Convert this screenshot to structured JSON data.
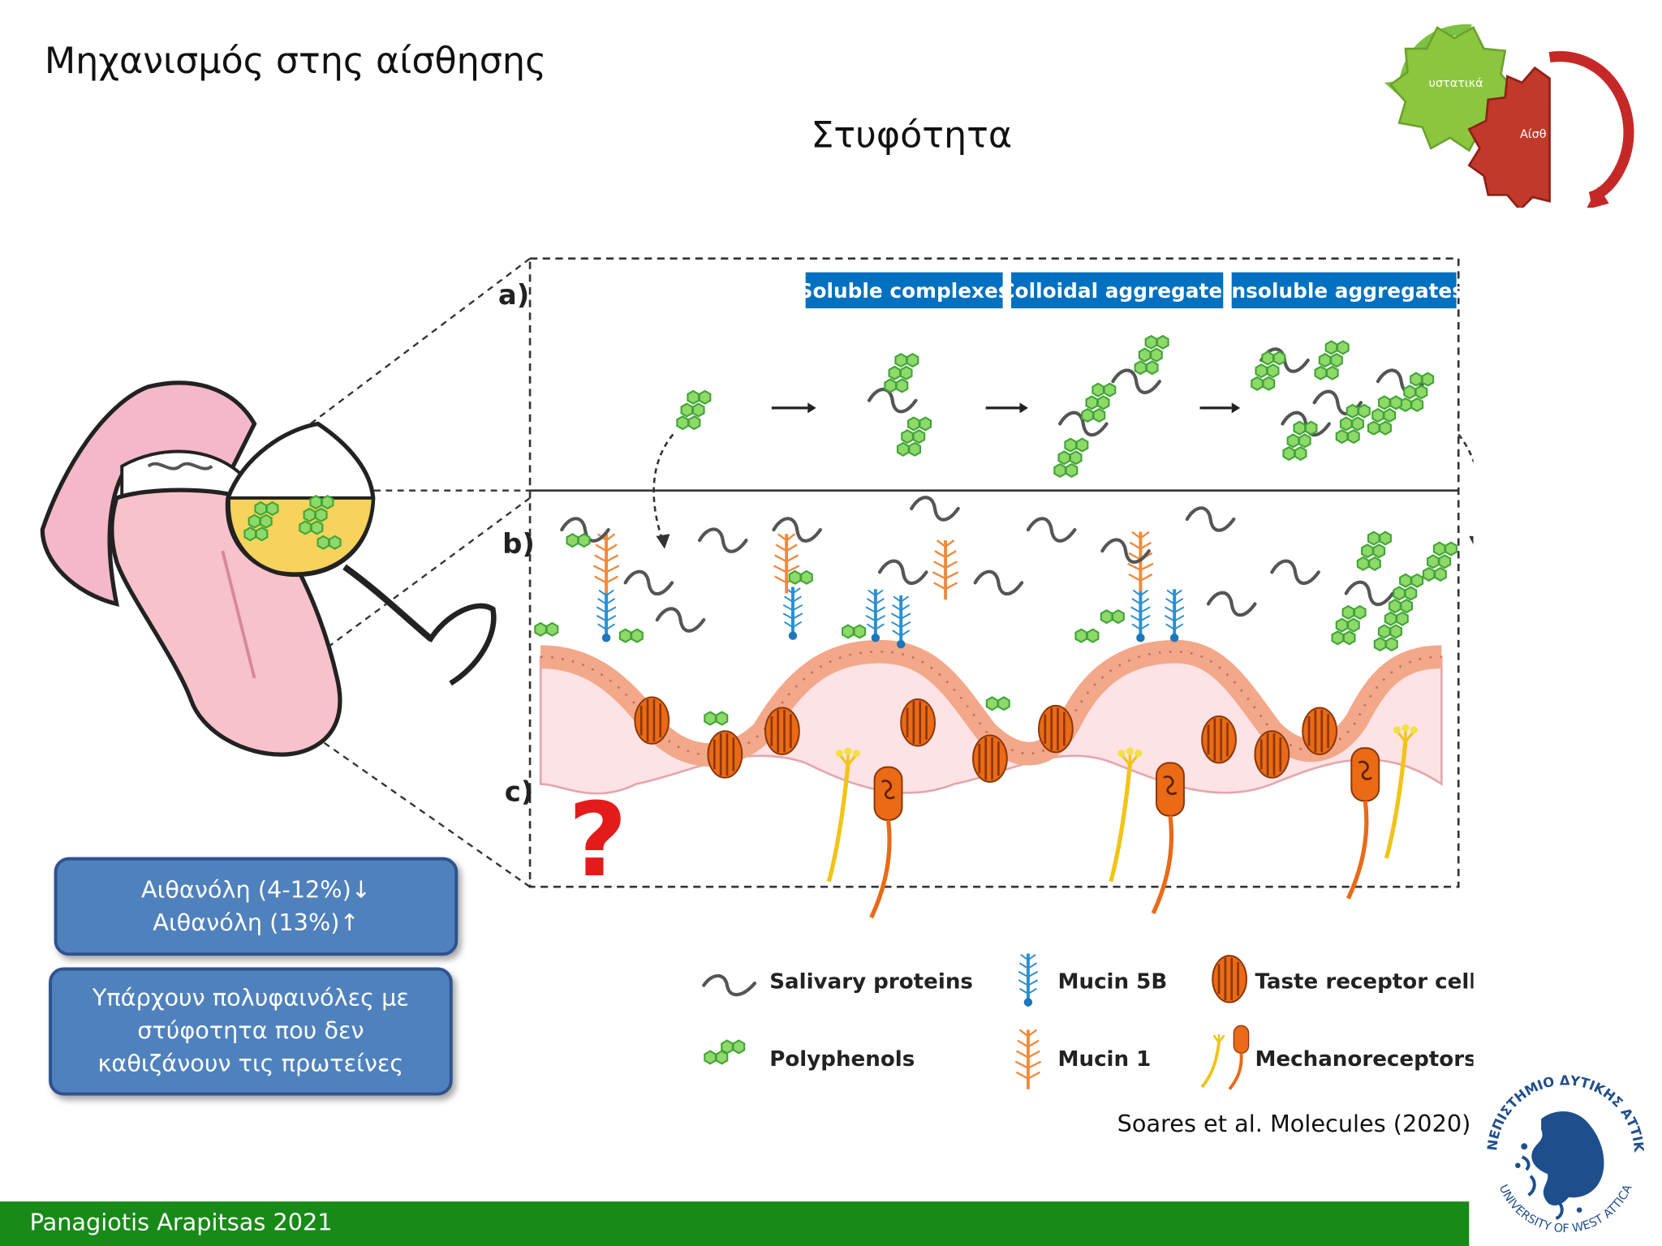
{
  "slide": {
    "title": "Μηχανισμός στης αίσθησης",
    "heading": "Στυφότητα",
    "footer": "Panagiotis Arapitsas 2021",
    "citation": "Soares et al. Molecules (2020)"
  },
  "info_boxes": {
    "ethanol_line1": "Αιθανόλη (4-12%)↓",
    "ethanol_line2": "Αιθανόλη (13%)↑",
    "polyphenols_note": "Υπάρχουν πολυφαινόλες με στύφοτητα που δεν καθιζάνουν τις πρωτείνες"
  },
  "cycle_graphic": {
    "green_gear_label": "υστατικά",
    "red_gear_label": "Αίσθ"
  },
  "figure": {
    "panel_labels": {
      "a": "a)",
      "b": "b)",
      "c": "c)"
    },
    "stages": [
      "Soluble complexes",
      "Colloidal aggregates",
      "Insoluble aggregates"
    ],
    "legend": {
      "salivary_proteins": "Salivary proteins",
      "polyphenols": "Polyphenols",
      "mucin_5b": "Mucin 5B",
      "mucin_1": "Mucin 1",
      "taste_receptor_cells": "Taste receptor cells",
      "mechanoreceptors": "Mechanoreceptors"
    },
    "question_mark": "?"
  },
  "logo": {
    "text_top": "ΠΑΝΕΠΙΣΤΗΜΙΟ ΔΥΤΙΚΗΣ ΑΤΤΙΚΗΣ",
    "text_bottom": "UNIVERSITY OF WEST ATTICA"
  },
  "colors": {
    "footer_green": "#188a18",
    "box_blue": "#4f81bd",
    "stage_label_blue": "#0070c0",
    "logo_blue": "#1f4e8c"
  }
}
